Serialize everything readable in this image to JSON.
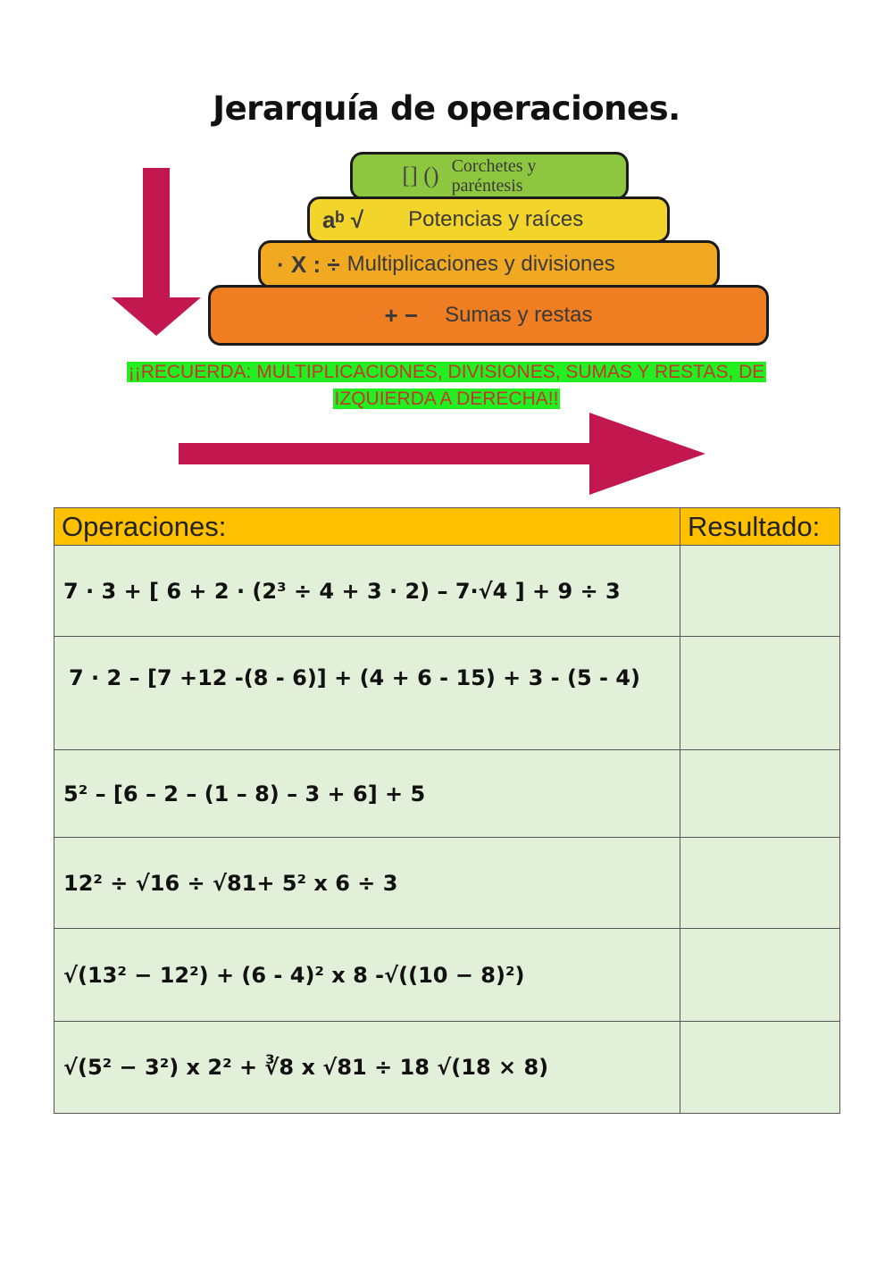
{
  "title": "Jerarquía de operaciones.",
  "pyramid": {
    "levels": [
      {
        "symbols": "[] ()",
        "label": "Corchetes y paréntesis",
        "color": "#8dc63f"
      },
      {
        "symbols": "aᵇ √",
        "label": "Potencias y raíces",
        "color": "#f2d42a"
      },
      {
        "symbols": "· X : ÷",
        "label": "Multiplicaciones y divisiones",
        "color": "#f2a922"
      },
      {
        "symbols": "+ −",
        "label": "Sumas y restas",
        "color": "#ef7d22"
      }
    ],
    "arrow_color": "#c2184f"
  },
  "reminder": {
    "line1": "¡¡RECUERDA: MULTIPLICACIONES, DIVISIONES, SUMAS Y RESTAS, DE",
    "line2": "IZQUIERDA A DERECHA!!",
    "highlight": "#22ee22",
    "text_color": "#c0392b"
  },
  "table": {
    "headers": {
      "operations": "Operaciones:",
      "result": "Resultado:"
    },
    "header_color": "#ffc000",
    "row_color": "#e2efd9",
    "rows": [
      {
        "operation": "7 · 3 + [ 6 + 2 · (2³ ÷ 4 + 3 · 2) – 7·√4 ] + 9 ÷ 3",
        "result": ""
      },
      {
        "operation": "7 · 2 – [7 +12 -(8 - 6)] + (4 + 6 - 15) + 3 - (5 - 4)",
        "result": ""
      },
      {
        "operation": "5² – [6 – 2 – (1 – 8) – 3 + 6] + 5",
        "result": ""
      },
      {
        "operation": "12² ÷ √16  ÷ √81+ 5² x 6  ÷ 3",
        "result": ""
      },
      {
        "operation": "√(13² − 12²)  + (6 - 4)² x 8  -√((10 − 8)²)",
        "result": ""
      },
      {
        "operation": "√(5² − 3²) x 2² +  ∛8 x √81 ÷ 18  √(18 × 8)",
        "result": ""
      }
    ]
  }
}
